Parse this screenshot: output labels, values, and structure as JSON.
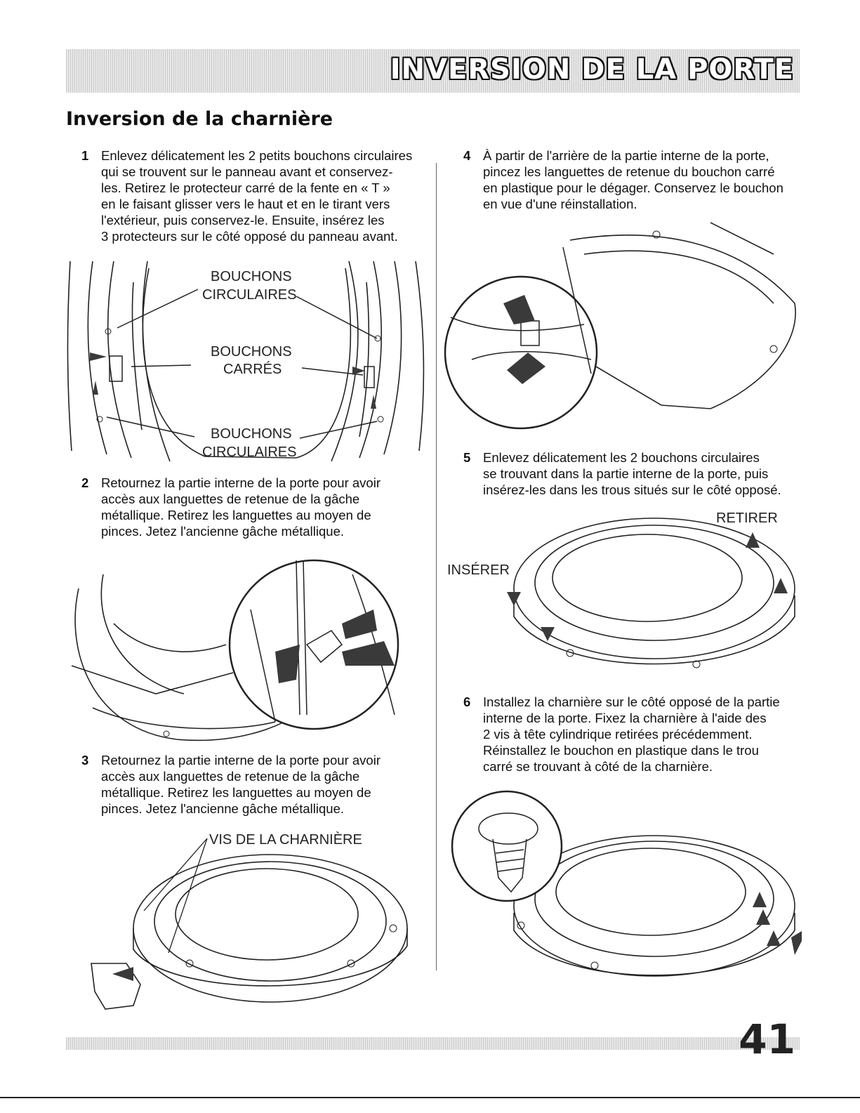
{
  "header": {
    "title": "INVERSION DE LA PORTE"
  },
  "section": {
    "title": "Inversion de la charnière"
  },
  "steps": [
    {
      "num": "1",
      "lines": [
        "Enlevez délicatement les 2 petits bouchons circulaires",
        "qui se trouvent sur le panneau avant et conservez-",
        "les. Retirez le protecteur carré de la fente en « T »",
        "en le faisant glisser vers le haut et en le tirant vers",
        "l'extérieur, puis conservez-le. Ensuite, insérez les",
        "3 protecteurs sur le côté opposé du panneau avant."
      ]
    },
    {
      "num": "2",
      "lines": [
        "Retournez la partie interne de la porte pour avoir",
        "accès aux languettes de retenue de la gâche",
        "métallique. Retirez les languettes au moyen de",
        "pinces. Jetez l'ancienne gâche métallique."
      ]
    },
    {
      "num": "3",
      "lines": [
        "Retournez la partie interne de la porte pour avoir",
        "accès aux languettes de retenue de la gâche",
        "métallique. Retirez les languettes au moyen de",
        "pinces. Jetez l'ancienne gâche métallique."
      ]
    },
    {
      "num": "4",
      "lines": [
        "À partir de l'arrière de la partie interne de la porte,",
        "pincez les languettes de retenue du bouchon carré",
        "en plastique pour le dégager. Conservez le bouchon",
        "en vue d'une réinstallation."
      ]
    },
    {
      "num": "5",
      "lines": [
        "Enlevez délicatement les 2 bouchons circulaires",
        "se trouvant dans la partie interne de la porte, puis",
        "insérez-les dans les trous situés sur le côté opposé."
      ]
    },
    {
      "num": "6",
      "lines": [
        "Installez la charnière sur le côté opposé de la partie",
        "interne de la porte. Fixez la charnière à l'aide des",
        "2 vis à tête cylindrique retirées précédemment.",
        "Réinstallez le bouchon en plastique dans le trou",
        "carré se trouvant à côté de la charnière."
      ]
    }
  ],
  "figures": {
    "fig1": {
      "label1a": "BOUCHONS",
      "label1b": "CIRCULAIRES",
      "label2a": "BOUCHONS",
      "label2b": "CARRÉS",
      "label3a": "BOUCHONS",
      "label3b": "CIRCULAIRES"
    },
    "fig3": {
      "label": "VIS DE LA CHARNIÈRE"
    },
    "fig5": {
      "remove": "RETIRER",
      "insert": "INSÉRER"
    }
  },
  "footer": {
    "page_number": "41"
  },
  "colors": {
    "arrow": "#3a3a3a",
    "band": "#e9e9e9",
    "line": "#222222"
  }
}
